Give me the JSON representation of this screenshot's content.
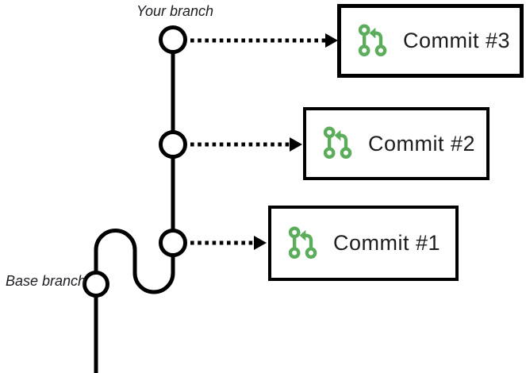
{
  "diagram": {
    "labels": {
      "your_branch": "Your branch",
      "base_branch": "Base branch"
    },
    "commits": [
      {
        "label": "Commit #3",
        "icon": "git-pull-request-icon"
      },
      {
        "label": "Commit #2",
        "icon": "git-pull-request-icon"
      },
      {
        "label": "Commit #1",
        "icon": "git-pull-request-icon"
      }
    ],
    "colors": {
      "icon_green": "#5BAD5C",
      "line_black": "#000000",
      "text_dark": "#1E1E1E",
      "background": "#FFFFFF"
    }
  }
}
